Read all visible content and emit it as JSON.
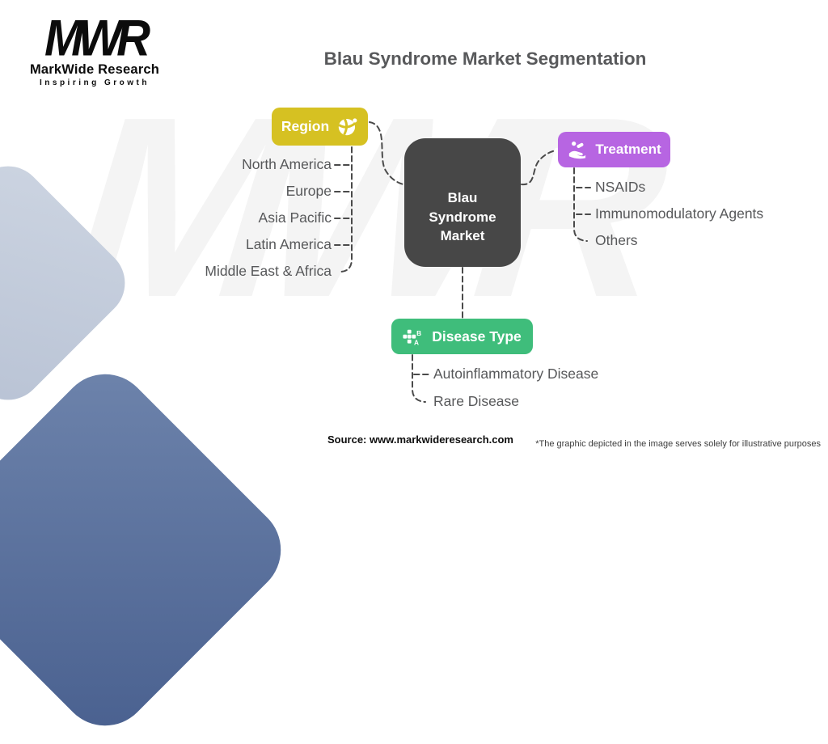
{
  "logo": {
    "monogram": "MWR",
    "name": "MarkWide Research",
    "tagline": "Inspiring Growth"
  },
  "title": "Blau Syndrome Market Segmentation",
  "watermark": "MWR",
  "center": {
    "lines": [
      "Blau",
      "Syndrome",
      "Market"
    ]
  },
  "branches": {
    "region": {
      "label": "Region",
      "icon": "globe-icon",
      "color": "#d6c122",
      "items": [
        "North America",
        "Europe",
        "Asia Pacific",
        "Latin America",
        "Middle East & Africa"
      ]
    },
    "treatment": {
      "label": "Treatment",
      "icon": "hand-holding-pills-icon",
      "color": "#b765e2",
      "items": [
        "NSAIDs",
        "Immunomodulatory Agents",
        "Others"
      ]
    },
    "disease_type": {
      "label": "Disease Type",
      "icon": "disease-classification-icon",
      "color": "#3fbd7b",
      "items": [
        "Autoinflammatory Disease",
        "Rare Disease"
      ]
    }
  },
  "colors": {
    "center_box": "#474747",
    "connector": "#4a4a4a",
    "corner_shape_light": "#c3ccdb",
    "corner_shape_blue": "#56719f"
  },
  "footer": {
    "source": "Source: www.markwideresearch.com",
    "disclaimer": "*The graphic depicted in the image serves solely for illustrative purposes"
  }
}
